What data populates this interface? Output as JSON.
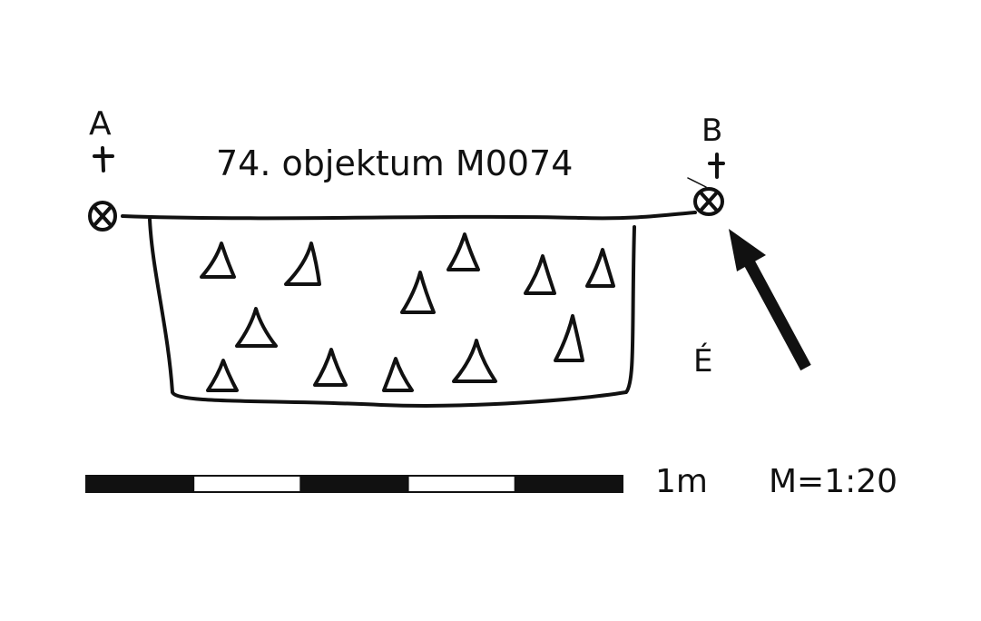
{
  "title": "74. objektum M0074",
  "points": {
    "a": "A",
    "b": "B"
  },
  "north_label": "É",
  "scale": {
    "length_label": "1m",
    "ratio_label": "M=1:20",
    "segments": 5
  },
  "colors": {
    "ink": "#111111",
    "background": "#ffffff"
  }
}
